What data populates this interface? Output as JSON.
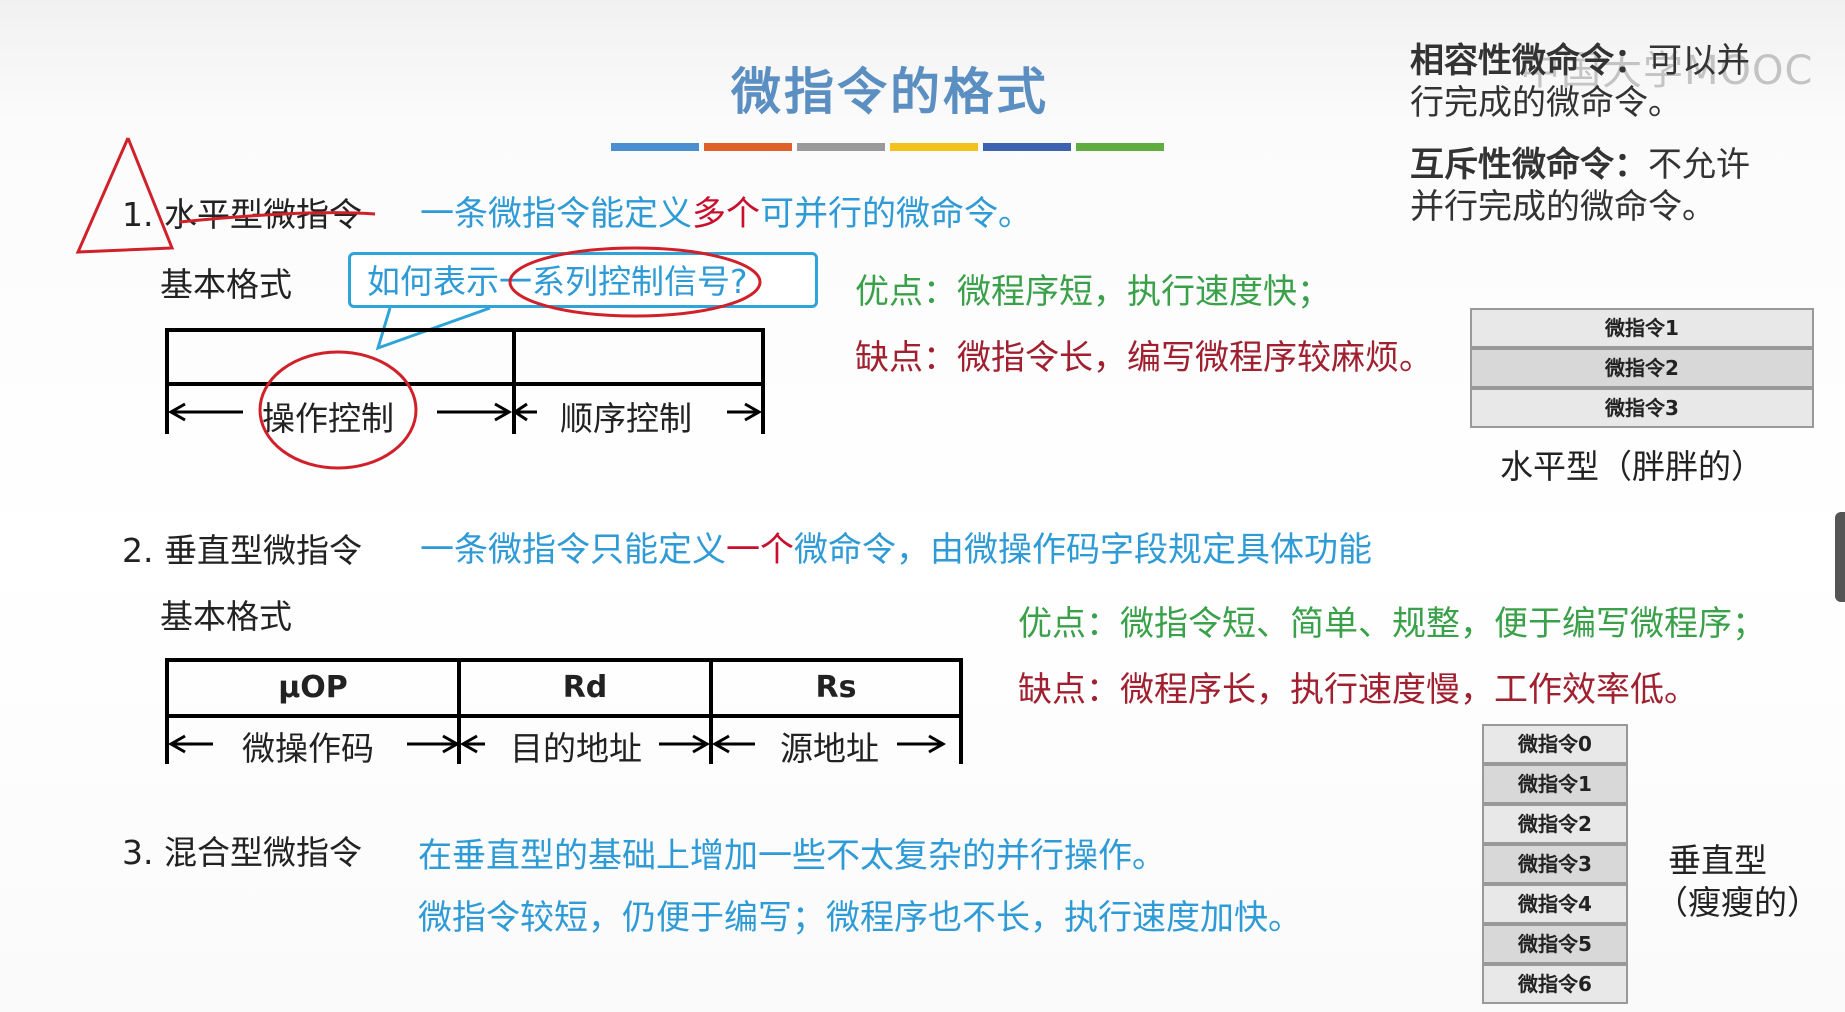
{
  "title": "微指令的格式",
  "title_bar_colors": [
    "#4a8fcf",
    "#e0602a",
    "#9a9a9a",
    "#f2c21a",
    "#3d62b0",
    "#5fad3e"
  ],
  "watermark": "中国大学MOOC",
  "side_notes": {
    "compatible_term": "相容性微命令：",
    "compatible_text_1": "可以并",
    "compatible_text_2": "行完成的微命令。",
    "exclusive_term": "互斥性微命令：",
    "exclusive_text_1": "不允许",
    "exclusive_text_2": "并行完成的微命令。"
  },
  "section1": {
    "heading": "1. 水平型微指令",
    "desc_part1": "一条微指令能定义",
    "desc_emph": "多个",
    "desc_part2": "可并行的微命令。",
    "basic_format": "基本格式",
    "callout": "如何表示一系列控制信号?",
    "field1": "操作控制",
    "field2": "顺序控制",
    "pros": "优点：微程序短，执行速度快；",
    "cons": "缺点：微指令长，编写微程序较麻烦。",
    "stack": [
      "微指令1",
      "微指令2",
      "微指令3"
    ],
    "stack_caption": "水平型（胖胖的）"
  },
  "section2": {
    "heading": "2. 垂直型微指令",
    "desc_part1": "一条微指令只能定义",
    "desc_emph": "一个",
    "desc_part2": "微命令，由微操作码字段规定具体功能",
    "basic_format": "基本格式",
    "fields": [
      "μOP",
      "Rd",
      "Rs"
    ],
    "field_labels": [
      "微操作码",
      "目的地址",
      "源地址"
    ],
    "pros": "优点：微指令短、简单、规整，便于编写微程序；",
    "cons": "缺点：微程序长，执行速度慢，工作效率低。",
    "stack": [
      "微指令0",
      "微指令1",
      "微指令2",
      "微指令3",
      "微指令4",
      "微指令5",
      "微指令6"
    ],
    "stack_caption_1": "垂直型",
    "stack_caption_2": "（瘦瘦的）"
  },
  "section3": {
    "heading": "3. 混合型微指令",
    "line1": "在垂直型的基础上增加一些不太复杂的并行操作。",
    "line2": "微指令较短，仍便于编写；微程序也不长，执行速度加快。"
  }
}
